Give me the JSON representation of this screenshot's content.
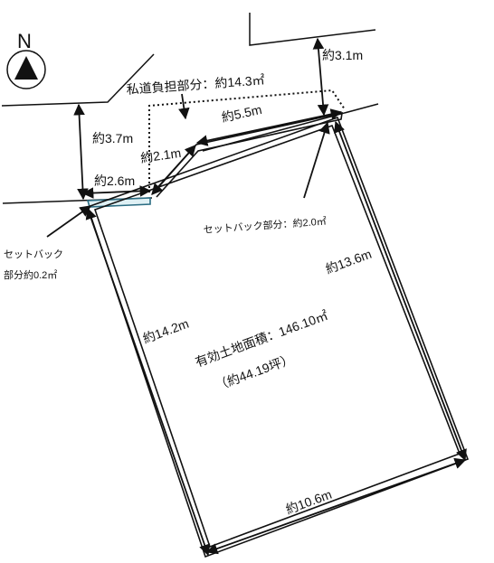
{
  "compass": {
    "label": "N",
    "icon": "north-arrow-icon"
  },
  "labels": {
    "private_road_area": "私道負担部分：約14.3㎡",
    "setback_right": "セットバック部分：約2.0㎡",
    "setback_left_line1": "セットバック",
    "setback_left_line2": "部分約0.2㎡",
    "effective_area": "有効土地面積：146.10㎡",
    "effective_area_tsubo": "（約44.19坪）"
  },
  "dimensions": {
    "top_right": "約3.1m",
    "upper_edge": "約5.5m",
    "diagonal": "約2.1m",
    "left_road_width": "約3.7m",
    "bottom_left_top": "約2.6m",
    "right_side": "約13.6m",
    "left_side": "約14.2m",
    "bottom": "約10.6m"
  }
}
